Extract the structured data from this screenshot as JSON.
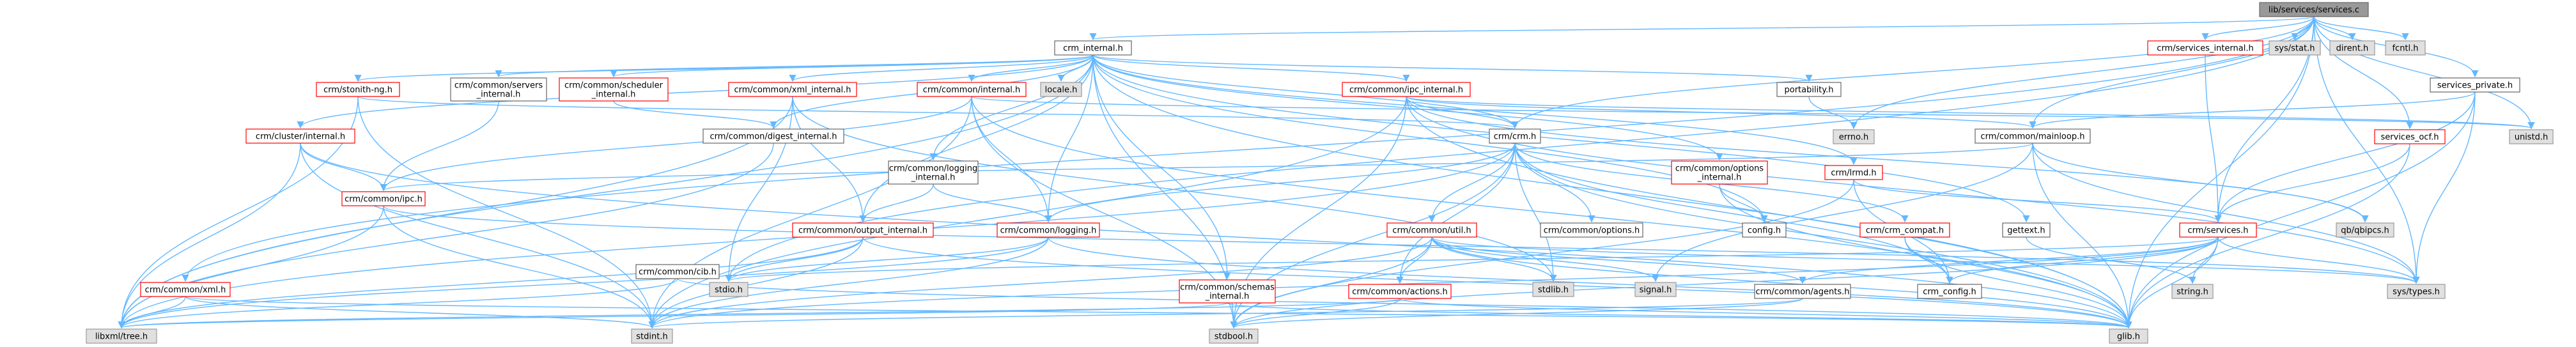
{
  "diagram": {
    "type": "include-dependency-graph",
    "root": "lib/services/services.c",
    "colors": {
      "edge": "#63b8ff",
      "root_fill": "#999999",
      "border_normal": "#666666",
      "border_incomplete": "#ff0000",
      "external_fill": "#e0e0e0"
    },
    "nodes": [
      {
        "id": "services_c",
        "label": "lib/services/services.c",
        "kind": "root"
      },
      {
        "id": "crm_internal_h",
        "label": "crm_internal.h",
        "kind": "normal"
      },
      {
        "id": "crm_services_internal_h",
        "label": "crm/services_internal.h",
        "kind": "red"
      },
      {
        "id": "sys_stat_h",
        "label": "sys/stat.h",
        "kind": "grey"
      },
      {
        "id": "dirent_h",
        "label": "dirent.h",
        "kind": "grey"
      },
      {
        "id": "fcntl_h",
        "label": "fcntl.h",
        "kind": "grey"
      },
      {
        "id": "services_private_h",
        "label": "services_private.h",
        "kind": "normal"
      },
      {
        "id": "services_ocf_h",
        "label": "services_ocf.h",
        "kind": "red"
      },
      {
        "id": "unistd_h",
        "label": "unistd.h",
        "kind": "grey"
      },
      {
        "id": "errno_h",
        "label": "errno.h",
        "kind": "grey"
      },
      {
        "id": "crm_stonith_ng_h",
        "label": "crm/stonith-ng.h",
        "kind": "red"
      },
      {
        "id": "servers_internal_h",
        "label": "crm/common/servers\n_internal.h",
        "kind": "normal"
      },
      {
        "id": "scheduler_internal_h",
        "label": "crm/common/scheduler\n_internal.h",
        "kind": "red"
      },
      {
        "id": "xml_internal_h",
        "label": "crm/common/xml_internal.h",
        "kind": "red"
      },
      {
        "id": "common_internal_h",
        "label": "crm/common/internal.h",
        "kind": "red"
      },
      {
        "id": "locale_h",
        "label": "locale.h",
        "kind": "grey"
      },
      {
        "id": "ipc_internal_h",
        "label": "crm/common/ipc_internal.h",
        "kind": "red"
      },
      {
        "id": "portability_h",
        "label": "portability.h",
        "kind": "normal"
      },
      {
        "id": "cluster_internal_h",
        "label": "crm/cluster/internal.h",
        "kind": "red"
      },
      {
        "id": "digest_internal_h",
        "label": "crm/common/digest_internal.h",
        "kind": "normal"
      },
      {
        "id": "logging_internal_h",
        "label": "crm/common/logging\n_internal.h",
        "kind": "normal"
      },
      {
        "id": "crm_h",
        "label": "crm/crm.h",
        "kind": "normal"
      },
      {
        "id": "options_internal_h",
        "label": "crm/common/options\n_internal.h",
        "kind": "red"
      },
      {
        "id": "lrmd_h",
        "label": "crm/lrmd.h",
        "kind": "red"
      },
      {
        "id": "mainloop_h",
        "label": "crm/common/mainloop.h",
        "kind": "normal"
      },
      {
        "id": "ipc_h",
        "label": "crm/common/ipc.h",
        "kind": "red"
      },
      {
        "id": "output_internal_h",
        "label": "crm/common/output_internal.h",
        "kind": "red"
      },
      {
        "id": "logging_h",
        "label": "crm/common/logging.h",
        "kind": "red"
      },
      {
        "id": "util_h",
        "label": "crm/common/util.h",
        "kind": "red"
      },
      {
        "id": "options_h",
        "label": "crm/common/options.h",
        "kind": "normal"
      },
      {
        "id": "config_h",
        "label": "config.h",
        "kind": "normal"
      },
      {
        "id": "crm_compat_h",
        "label": "crm/crm_compat.h",
        "kind": "red"
      },
      {
        "id": "gettext_h",
        "label": "gettext.h",
        "kind": "normal"
      },
      {
        "id": "services_h",
        "label": "crm/services.h",
        "kind": "red"
      },
      {
        "id": "qb_ipcs_h",
        "label": "qb/qbipcs.h",
        "kind": "grey"
      },
      {
        "id": "crm_common_xml_h",
        "label": "crm/common/xml.h",
        "kind": "red"
      },
      {
        "id": "stdio_h",
        "label": "stdio.h",
        "kind": "grey"
      },
      {
        "id": "cib_h",
        "label": "crm/common/cib.h",
        "kind": "normal"
      },
      {
        "id": "schemas_internal_h",
        "label": "crm/common/schemas\n_internal.h",
        "kind": "red"
      },
      {
        "id": "actions_h",
        "label": "crm/common/actions.h",
        "kind": "red"
      },
      {
        "id": "stdlib_h",
        "label": "stdlib.h",
        "kind": "grey"
      },
      {
        "id": "signal_h",
        "label": "signal.h",
        "kind": "grey"
      },
      {
        "id": "agents_h",
        "label": "crm/common/agents.h",
        "kind": "normal"
      },
      {
        "id": "crm_config_h",
        "label": "crm_config.h",
        "kind": "normal"
      },
      {
        "id": "string_h",
        "label": "string.h",
        "kind": "grey"
      },
      {
        "id": "sys_types_h",
        "label": "sys/types.h",
        "kind": "grey"
      },
      {
        "id": "libxml_tree_h",
        "label": "libxml/tree.h",
        "kind": "grey"
      },
      {
        "id": "stdint_h",
        "label": "stdint.h",
        "kind": "grey"
      },
      {
        "id": "stdbool_h",
        "label": "stdbool.h",
        "kind": "grey"
      },
      {
        "id": "glib_h",
        "label": "glib.h",
        "kind": "grey"
      }
    ],
    "edges": [
      [
        "services_c",
        "crm_internal_h"
      ],
      [
        "services_c",
        "crm_services_internal_h"
      ],
      [
        "services_c",
        "sys_stat_h"
      ],
      [
        "services_c",
        "dirent_h"
      ],
      [
        "services_c",
        "fcntl_h"
      ],
      [
        "services_c",
        "services_private_h"
      ],
      [
        "services_c",
        "services_ocf_h"
      ],
      [
        "services_c",
        "unistd_h"
      ],
      [
        "services_c",
        "errno_h"
      ],
      [
        "services_c",
        "crm_h"
      ],
      [
        "services_c",
        "mainloop_h"
      ],
      [
        "services_c",
        "services_h"
      ],
      [
        "services_c",
        "crm_common_xml_h"
      ],
      [
        "services_c",
        "stdio_h"
      ],
      [
        "services_c",
        "sys_types_h"
      ],
      [
        "services_c",
        "glib_h"
      ],
      [
        "crm_internal_h",
        "crm_stonith_ng_h"
      ],
      [
        "crm_internal_h",
        "servers_internal_h"
      ],
      [
        "crm_internal_h",
        "scheduler_internal_h"
      ],
      [
        "crm_internal_h",
        "xml_internal_h"
      ],
      [
        "crm_internal_h",
        "common_internal_h"
      ],
      [
        "crm_internal_h",
        "locale_h"
      ],
      [
        "crm_internal_h",
        "ipc_internal_h"
      ],
      [
        "crm_internal_h",
        "portability_h"
      ],
      [
        "crm_internal_h",
        "cluster_internal_h"
      ],
      [
        "crm_internal_h",
        "digest_internal_h"
      ],
      [
        "crm_internal_h",
        "logging_internal_h"
      ],
      [
        "crm_internal_h",
        "crm_h"
      ],
      [
        "crm_internal_h",
        "options_internal_h"
      ],
      [
        "crm_internal_h",
        "lrmd_h"
      ],
      [
        "crm_internal_h",
        "output_internal_h"
      ],
      [
        "crm_internal_h",
        "logging_h"
      ],
      [
        "crm_internal_h",
        "schemas_internal_h"
      ],
      [
        "crm_internal_h",
        "gettext_h"
      ],
      [
        "crm_internal_h",
        "libxml_tree_h"
      ],
      [
        "crm_internal_h",
        "stdbool_h"
      ],
      [
        "crm_internal_h",
        "glib_h"
      ],
      [
        "crm_internal_h",
        "config_h"
      ],
      [
        "crm_services_internal_h",
        "services_h"
      ],
      [
        "services_private_h",
        "mainloop_h"
      ],
      [
        "services_private_h",
        "services_h"
      ],
      [
        "services_private_h",
        "glib_h"
      ],
      [
        "services_private_h",
        "sys_types_h"
      ],
      [
        "services_ocf_h",
        "services_h"
      ],
      [
        "services_ocf_h",
        "glib_h"
      ],
      [
        "crm_stonith_ng_h",
        "crm_h"
      ],
      [
        "crm_stonith_ng_h",
        "libxml_tree_h"
      ],
      [
        "crm_stonith_ng_h",
        "stdint_h"
      ],
      [
        "servers_internal_h",
        "ipc_h"
      ],
      [
        "scheduler_internal_h",
        "digest_internal_h"
      ],
      [
        "xml_internal_h",
        "output_internal_h"
      ],
      [
        "xml_internal_h",
        "stdio_h"
      ],
      [
        "xml_internal_h",
        "libxml_tree_h"
      ],
      [
        "xml_internal_h",
        "stdlib_h"
      ],
      [
        "common_internal_h",
        "logging_h"
      ],
      [
        "common_internal_h",
        "stdint_h"
      ],
      [
        "common_internal_h",
        "stdbool_h"
      ],
      [
        "common_internal_h",
        "glib_h"
      ],
      [
        "common_internal_h",
        "unistd_h"
      ],
      [
        "common_internal_h",
        "ipc_h"
      ],
      [
        "ipc_internal_h",
        "mainloop_h"
      ],
      [
        "ipc_internal_h",
        "qb_ipcs_h"
      ],
      [
        "ipc_internal_h",
        "crm_h"
      ],
      [
        "ipc_internal_h",
        "stdbool_h"
      ],
      [
        "ipc_internal_h",
        "sys_types_h"
      ],
      [
        "ipc_internal_h",
        "glib_h"
      ],
      [
        "ipc_internal_h",
        "unistd_h"
      ],
      [
        "ipc_internal_h",
        "stdint_h"
      ],
      [
        "portability_h",
        "errno_h"
      ],
      [
        "cluster_internal_h",
        "ipc_h"
      ],
      [
        "cluster_internal_h",
        "libxml_tree_h"
      ],
      [
        "cluster_internal_h",
        "stdint_h"
      ],
      [
        "cluster_internal_h",
        "glib_h"
      ],
      [
        "digest_internal_h",
        "libxml_tree_h"
      ],
      [
        "logging_internal_h",
        "output_internal_h"
      ],
      [
        "logging_internal_h",
        "logging_h"
      ],
      [
        "crm_h",
        "options_h"
      ],
      [
        "crm_h",
        "logging_h"
      ],
      [
        "crm_h",
        "util_h"
      ],
      [
        "crm_h",
        "crm_compat_h"
      ],
      [
        "crm_h",
        "actions_h"
      ],
      [
        "crm_h",
        "crm_config_h"
      ],
      [
        "crm_h",
        "stdlib_h"
      ],
      [
        "crm_h",
        "stdbool_h"
      ],
      [
        "crm_h",
        "glib_h"
      ],
      [
        "crm_h",
        "libxml_tree_h"
      ],
      [
        "options_internal_h",
        "config_h"
      ],
      [
        "options_internal_h",
        "glib_h"
      ],
      [
        "lrmd_h",
        "services_h"
      ],
      [
        "lrmd_h",
        "stdbool_h"
      ],
      [
        "lrmd_h",
        "crm_config_h"
      ],
      [
        "mainloop_h",
        "signal_h"
      ],
      [
        "mainloop_h",
        "sys_types_h"
      ],
      [
        "mainloop_h",
        "glib_h"
      ],
      [
        "mainloop_h",
        "qb_ipcs_h"
      ],
      [
        "mainloop_h",
        "ipc_h"
      ],
      [
        "ipc_h",
        "sys_types_h"
      ],
      [
        "ipc_h",
        "stdint_h"
      ],
      [
        "ipc_h",
        "libxml_tree_h"
      ],
      [
        "output_internal_h",
        "stdio_h"
      ],
      [
        "output_internal_h",
        "libxml_tree_h"
      ],
      [
        "output_internal_h",
        "stdint_h"
      ],
      [
        "output_internal_h",
        "glib_h"
      ],
      [
        "logging_h",
        "stdio_h"
      ],
      [
        "logging_h",
        "glib_h"
      ],
      [
        "logging_h",
        "stdint_h"
      ],
      [
        "logging_h",
        "libxml_tree_h"
      ],
      [
        "util_h",
        "sys_types_h"
      ],
      [
        "util_h",
        "stdlib_h"
      ],
      [
        "util_h",
        "stdbool_h"
      ],
      [
        "util_h",
        "stdint_h"
      ],
      [
        "util_h",
        "signal_h"
      ],
      [
        "util_h",
        "glib_h"
      ],
      [
        "util_h",
        "agents_h"
      ],
      [
        "util_h",
        "actions_h"
      ],
      [
        "crm_compat_h",
        "glib_h"
      ],
      [
        "crm_compat_h",
        "crm_config_h"
      ],
      [
        "gettext_h",
        "string_h"
      ],
      [
        "services_h",
        "glib_h"
      ],
      [
        "services_h",
        "stdio_h"
      ],
      [
        "services_h",
        "string_h"
      ],
      [
        "services_h",
        "stdbool_h"
      ],
      [
        "services_h",
        "sys_types_h"
      ],
      [
        "services_h",
        "agents_h"
      ],
      [
        "services_h",
        "crm_config_h"
      ],
      [
        "services_h",
        "stdint_h"
      ],
      [
        "crm_common_xml_h",
        "libxml_tree_h"
      ],
      [
        "crm_common_xml_h",
        "glib_h"
      ],
      [
        "crm_common_xml_h",
        "stdint_h"
      ],
      [
        "cib_h",
        "glib_h"
      ],
      [
        "cib_h",
        "libxml_tree_h"
      ],
      [
        "schemas_internal_h",
        "glib_h"
      ],
      [
        "schemas_internal_h",
        "libxml_tree_h"
      ],
      [
        "actions_h",
        "stdbool_h"
      ],
      [
        "actions_h",
        "glib_h"
      ],
      [
        "actions_h",
        "libxml_tree_h"
      ],
      [
        "agents_h",
        "stdint_h"
      ],
      [
        "agents_h",
        "stdbool_h"
      ]
    ]
  }
}
